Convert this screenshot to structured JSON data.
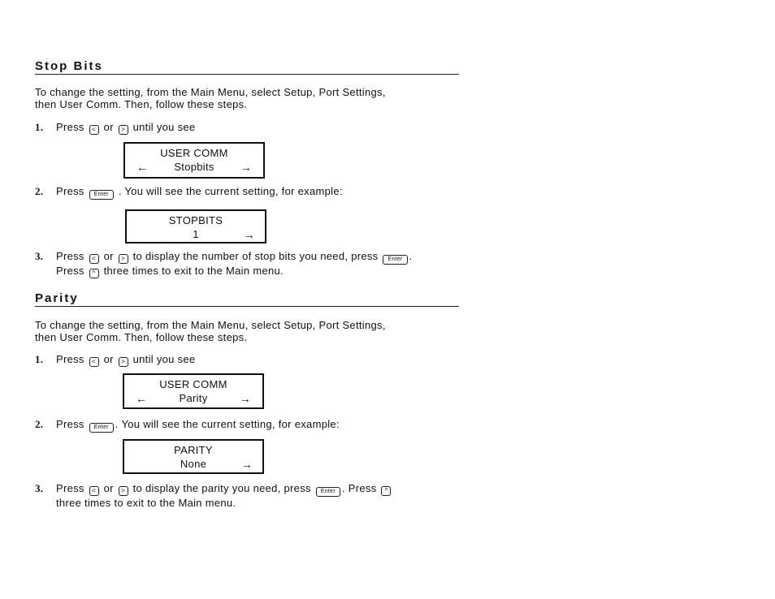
{
  "stop_bits": {
    "heading": "Stop Bits",
    "intro_1": "To change the setting, from the Main Menu, select Setup, Port Settings,",
    "intro_2": "then User Comm.  Then, follow these steps.",
    "step1": {
      "num": "1.",
      "press": "Press",
      "or": "or",
      "tail": "until you see"
    },
    "display1": {
      "line1": "USER COMM",
      "line2": "Stopbits"
    },
    "step2": {
      "num": "2.",
      "press": "Press",
      "tail": ".  You will see the current setting, for example:"
    },
    "display2": {
      "line1": "STOPBITS",
      "line2": "1"
    },
    "step3": {
      "num": "3.",
      "press": "Press",
      "or": "or",
      "mid": "to display the number of stop bits you need, press",
      "end": ".",
      "press2": "Press",
      "tail": "three times to exit to the Main menu."
    }
  },
  "parity": {
    "heading": "Parity",
    "intro_1": "To change the setting, from the Main Menu, select Setup, Port Settings,",
    "intro_2": "then User Comm.  Then, follow these steps.",
    "step1": {
      "num": "1.",
      "press": "Press",
      "or": "or",
      "tail": "until you see"
    },
    "display1": {
      "line1": "USER COMM",
      "line2": "Parity"
    },
    "step2": {
      "num": "2.",
      "press": "Press",
      "tail": ".  You will see the current setting, for example:"
    },
    "display2": {
      "line1": "PARITY",
      "line2": "None"
    },
    "step3": {
      "num": "3.",
      "press": "Press",
      "or": "or",
      "mid": "to display the parity you need, press",
      "end": ".  Press",
      "tail": "three times to exit to the Main menu."
    }
  },
  "keys": {
    "left": "<",
    "right": ">",
    "enter": "Enter",
    "up": "^",
    "arrow_left": "←",
    "arrow_right": "→"
  }
}
